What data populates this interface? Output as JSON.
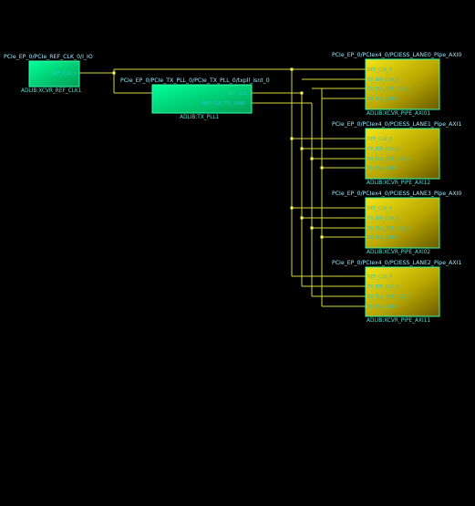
{
  "blocks": {
    "refclk": {
      "instance": "PCIe_EP_0/PCIe_REF_CLK_0/I_IO",
      "cell": "ADLIB:XCVR_REF_CLK1",
      "pins": [
        "REF_CLK_0"
      ]
    },
    "txpll": {
      "instance": "PCIe_EP_0/PCIe_TX_PLL_0/PCIe_TX_PLL_0/txpll_isnt_0",
      "cell": "ADLIB:TX_PLL1",
      "pins": [
        "BIT_CLK",
        "REF_CLK_TO_LANE"
      ]
    },
    "lane0": {
      "instance": "PCIe_EP_0/PCIex4_0/PCIESS_LANE0_Pipe_AXI0",
      "cell": "ADLIB:XCVR_PIPE_AXI01",
      "pins": [
        "REF_CLK_P",
        "TX_BIT_CLK_0",
        "TX_PLL_REF_CLK_0",
        "TX_PLL_LOCK"
      ]
    },
    "lane1": {
      "instance": "PCIe_EP_0/PCIex4_0/PCIESS_LANE1_Pipe_AXI1",
      "cell": "ADLIB:XCVR_PIPE_AXI12",
      "pins": [
        "REF_CLK_P",
        "TX_BIT_CLK_0",
        "TX_PLL_REF_CLK_0",
        "TX_PLL_LOCK"
      ]
    },
    "lane3": {
      "instance": "PCIe_EP_0/PCIex4_0/PCIESS_LANE3_Pipe_AXI0",
      "cell": "ADLIB:XCVR_PIPE_AXI02",
      "pins": [
        "REF_CLK_P",
        "TX_BIT_CLK_0",
        "TX_PLL_REF_CLK_0",
        "TX_PLL_LOCK"
      ]
    },
    "lane2": {
      "instance": "PCIe_EP_0/PCIex4_0/PCIESS_LANE2_Pipe_AXI1",
      "cell": "ADLIB:XCVR_PIPE_AXI11",
      "pins": [
        "REF_CLK_P",
        "TX_BIT_CLK_0",
        "TX_PLL_REF_CLK_0",
        "TX_PLL_LOCK"
      ]
    }
  },
  "colors": {
    "background": "#000000",
    "block_fill_light": "#00ff99",
    "block_fill_dark": "#00aa55",
    "lane_fill_light": "#f0e020",
    "lane_fill_dark": "#7a6a00",
    "wire": "#d8d840",
    "label": "#9fe8ff"
  }
}
